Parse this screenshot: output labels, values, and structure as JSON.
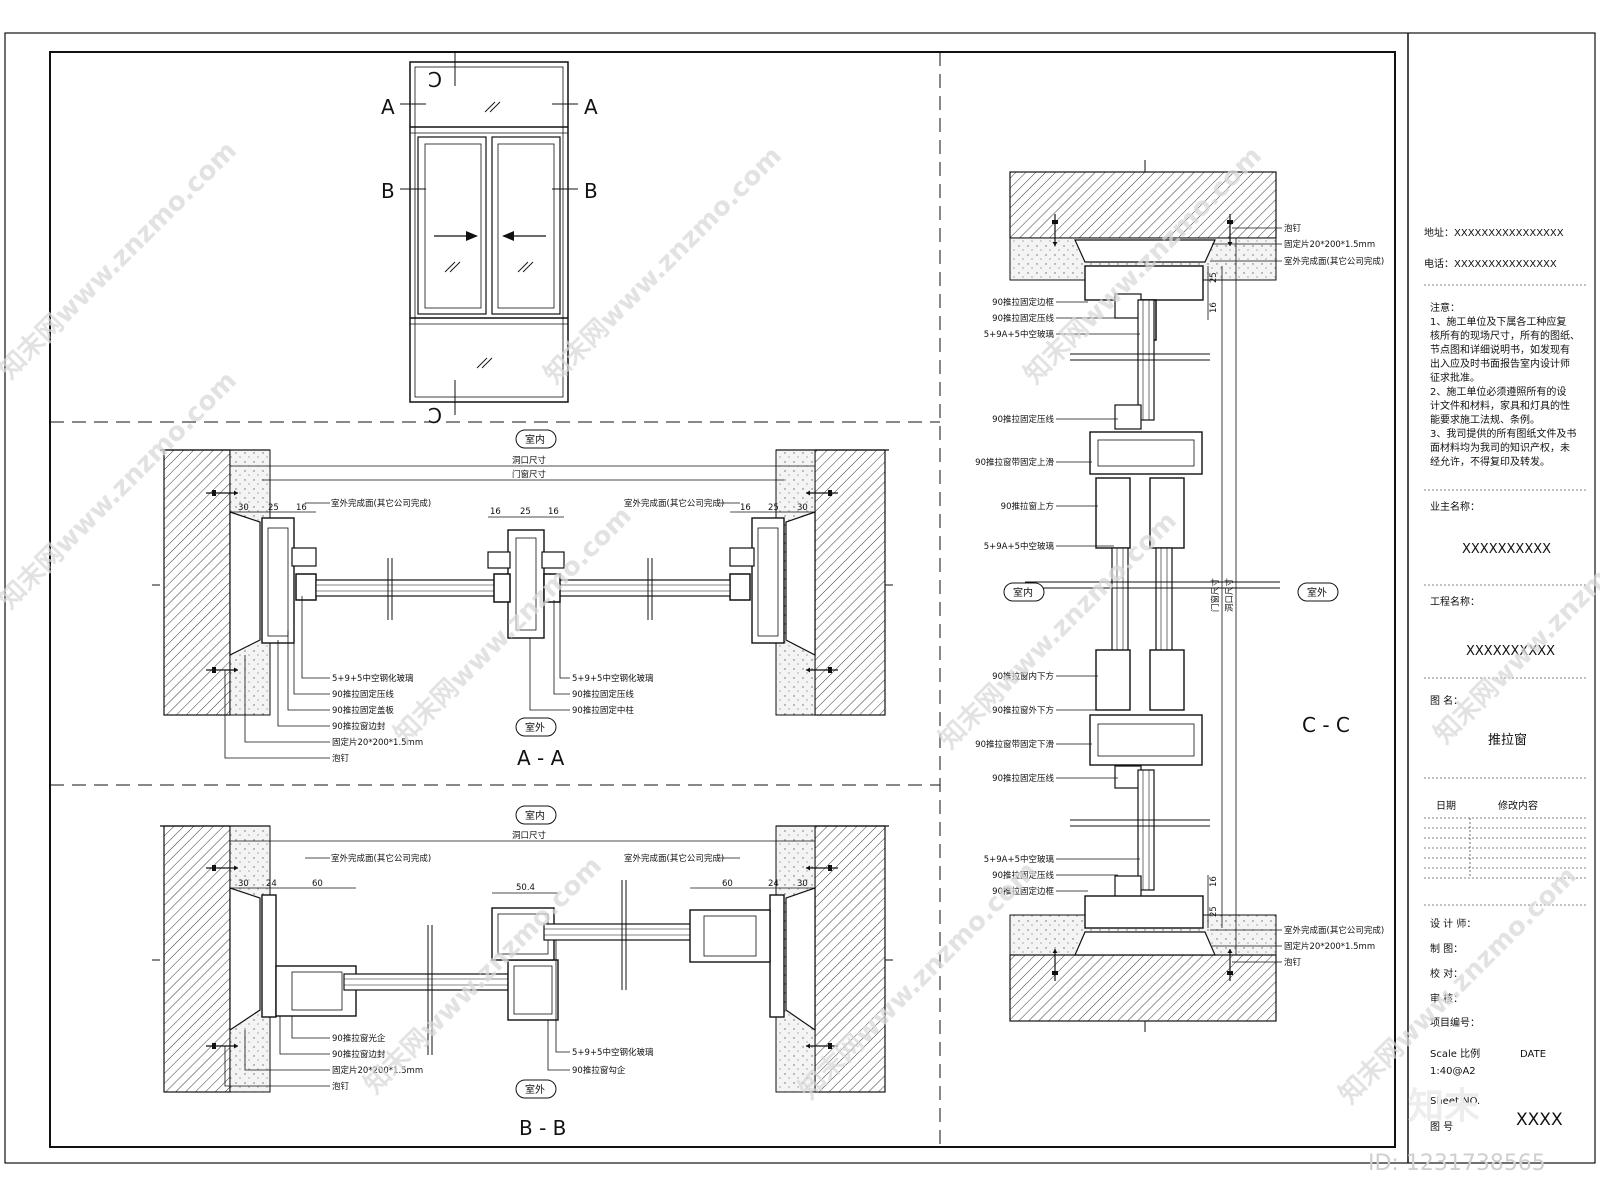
{
  "elevation": {
    "section_marks": [
      "A",
      "A",
      "B",
      "B",
      "C",
      "C"
    ]
  },
  "section_aa": {
    "title": "A - A",
    "indoor": "室内",
    "outdoor": "室外",
    "dim_opening": "洞口尺寸",
    "dim_door": "门窗尺寸",
    "outer_finish_left": "室外完成面(其它公司完成)",
    "outer_finish_right": "室外完成面(其它公司完成)",
    "dims": [
      "30",
      "25",
      "16",
      "16",
      "25",
      "16",
      "16",
      "25",
      "30"
    ],
    "labels_left": [
      "5+9+5中空钢化玻璃",
      "90推拉固定压线",
      "90推拉固定盖板",
      "90推拉窗边封",
      "固定片20*200*1.5mm",
      "泡钉"
    ],
    "labels_right": [
      "5+9+5中空钢化玻璃",
      "90推拉固定压线",
      "90推拉固定中柱"
    ]
  },
  "section_bb": {
    "title": "B - B",
    "indoor": "室内",
    "outdoor": "室外",
    "dim_opening": "洞口尺寸",
    "outer_finish_left": "室外完成面(其它公司完成)",
    "outer_finish_right": "室外完成面(其它公司完成)",
    "dims": [
      "30",
      "24",
      "60",
      "50.4",
      "60",
      "24",
      "30"
    ],
    "labels_left": [
      "90推拉窗光企",
      "90推拉窗边封",
      "固定片20*200*1.5mm",
      "泡钉"
    ],
    "labels_right": [
      "5+9+5中空钢化玻璃",
      "90推拉窗勾企"
    ]
  },
  "section_cc": {
    "title": "C - C",
    "indoor": "室内",
    "outdoor": "室外",
    "dim_door": "门窗尺寸",
    "dim_opening": "洞口尺寸",
    "dims": [
      "25",
      "16",
      "16",
      "25"
    ],
    "labels_top_right": [
      "泡钉",
      "固定片20*200*1.5mm",
      "室外完成面(其它公司完成)"
    ],
    "labels_left": [
      "90推拉固定边框",
      "90推拉固定压线",
      "5+9A+5中空玻璃",
      "90推拉固定压线",
      "90推拉窗带固定上滑",
      "90推拉窗上方",
      "5+9A+5中空玻璃",
      "90推拉窗内下方",
      "90推拉窗外下方",
      "90推拉窗带固定下滑",
      "90推拉固定压线",
      "5+9A+5中空玻璃",
      "90推拉固定压线",
      "90推拉固定边框"
    ],
    "labels_bottom_right": [
      "室外完成面(其它公司完成)",
      "固定片20*200*1.5mm",
      "泡钉"
    ]
  },
  "title_block": {
    "address_label": "地址：",
    "address_value": "XXXXXXXXXXXXXXXX",
    "phone_label": "电话：",
    "phone_value": "XXXXXXXXXXXXXXX",
    "notes_title": "注意：",
    "notes": [
      "1、施工单位及下属各工种应复",
      "核所有的现场尺寸，所有的图纸、",
      "节点图和详细说明书，如发现有",
      "出入应及时书面报告室内设计师",
      "征求批准。",
      "2、施工单位必须遵照所有的设",
      "计文件和材料，家具和灯具的性",
      "能要求施工法规、条例。",
      "3、我司提供的所有图纸文件及书",
      "面材料均为我司的知识产权，未",
      "经允许，不得复印及转发。"
    ],
    "owner_label": "业主名称：",
    "owner_value": "XXXXXXXXXX",
    "project_label": "工程名称：",
    "project_value": "XXXXXXXXXX",
    "drawing_label": "图  名：",
    "drawing_value": "推拉窗",
    "rev_date": "日期",
    "rev_content": "修改内容",
    "designer": "设 计 师：",
    "drafter": "制  图：",
    "checker": "校  对：",
    "reviewer": "审  核：",
    "project_no": "项目编号：",
    "scale_label": "Scale  比例",
    "date_label": "DATE",
    "scale_value": "1:40@A2",
    "sheet_label": "Sheet NO.",
    "sheet_value": "XXXX",
    "sheet_prefix": "图  号"
  },
  "watermark": {
    "text": "知末网www.znzmo.com",
    "stamp": "知末",
    "id": "ID: 1231738565"
  }
}
